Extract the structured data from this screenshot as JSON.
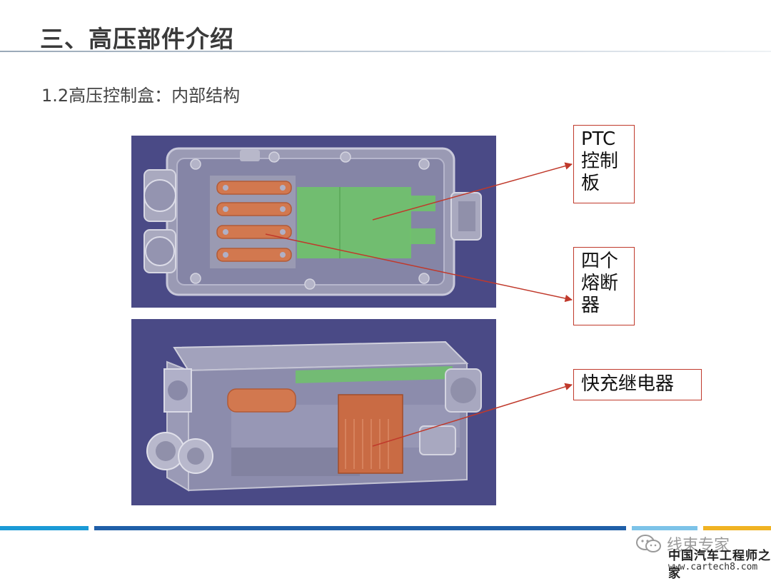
{
  "slide": {
    "title": "三、高压部件介绍",
    "subtitle": "1.2高压控制盒：内部结构"
  },
  "labels": {
    "ptc": [
      "PTC",
      "控制",
      "板"
    ],
    "fuse": [
      "四个",
      "熔断",
      "器"
    ],
    "relay": "快充继电器"
  },
  "watermark": {
    "account": "线束专家",
    "site_name": "中国汽车工程师之家",
    "url": "www.cartech8.com"
  },
  "colors": {
    "accent_red": "#c0392b",
    "bar_blue": "#1f5fa8",
    "bar_cyan": "#1a9ad6",
    "bar_yellow": "#f0b323",
    "render_bg": "#4a4a86",
    "fuse_copper": "#d2784f",
    "pcb_green": "#6fc36a"
  }
}
